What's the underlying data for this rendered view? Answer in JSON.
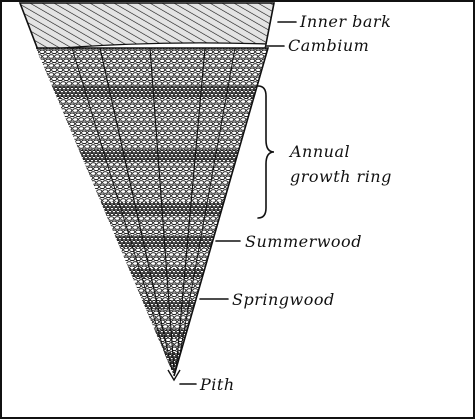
{
  "diagram": {
    "labels": {
      "inner_bark": "Inner bark",
      "cambium": "Cambium",
      "annual_line1": "Annual",
      "annual_line2": "growth ring",
      "summerwood": "Summerwood",
      "springwood": "Springwood",
      "pith": "Pith"
    },
    "colors": {
      "ink": "#111111",
      "paper": "#ffffff",
      "bark_fill": "#d9d9d9"
    }
  }
}
